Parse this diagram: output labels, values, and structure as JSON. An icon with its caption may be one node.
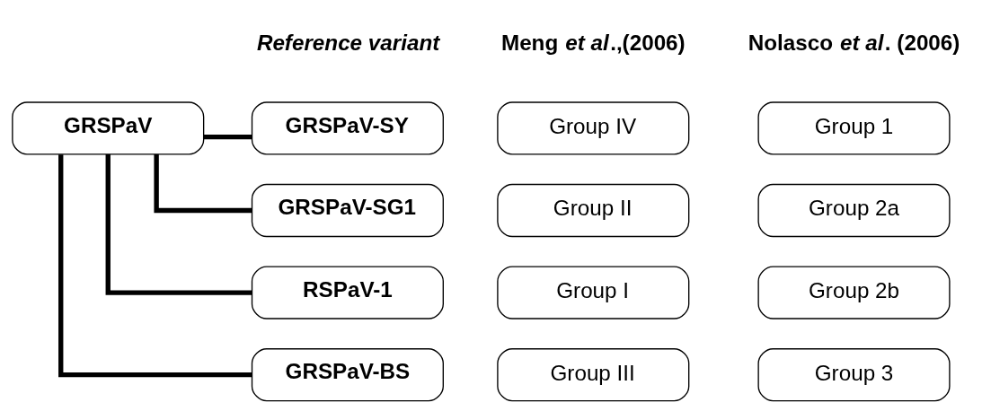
{
  "diagram": {
    "nodes": [
      {
        "text": [
          "GRSPaV"
        ]
      },
      {
        "text": [
          "GRSPaV-SY"
        ]
      },
      {
        "text": [
          "Group IV"
        ]
      },
      {
        "text": [
          "Group 1"
        ]
      },
      {
        "text": [
          "GRSPaV-SG1"
        ]
      },
      {
        "text": [
          "Group II"
        ]
      },
      {
        "text": [
          "Group 2a"
        ]
      },
      {
        "text": [
          "RSPaV-1"
        ]
      },
      {
        "text": [
          "Group I"
        ]
      },
      {
        "text": [
          "Group 2b"
        ]
      },
      {
        "text": [
          "GRSPaV-BS"
        ]
      },
      {
        "text": [
          "Group III"
        ]
      },
      {
        "text": [
          "Group 3"
        ]
      }
    ],
    "edges": [
      {
        "from": 0,
        "to": 1,
        "arrow": "none"
      },
      {
        "from": 0,
        "to": 4,
        "arrow": "none"
      },
      {
        "from": 0,
        "to": 7,
        "arrow": "none"
      },
      {
        "from": 0,
        "to": 10,
        "arrow": "none"
      }
    ],
    "labels": [
      "Reference variant",
      "Meng *et al*.,(2006)",
      "Nolasco *et al*. (2006)"
    ]
  }
}
